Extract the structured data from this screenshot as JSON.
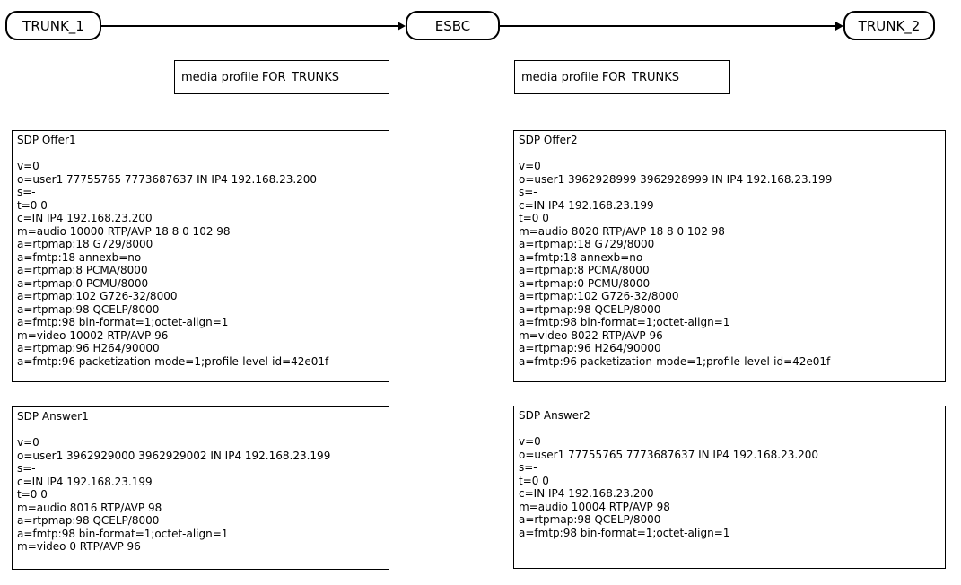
{
  "colors": {
    "line": "#000000",
    "background": "#ffffff",
    "text": "#000000"
  },
  "diagram": {
    "nodes": [
      {
        "id": "trunk1",
        "label": "TRUNK_1"
      },
      {
        "id": "esbc",
        "label": "ESBC"
      },
      {
        "id": "trunk2",
        "label": "TRUNK_2"
      }
    ],
    "media_profiles": [
      {
        "label": "media profile FOR_TRUNKS"
      },
      {
        "label": "media profile FOR_TRUNKS"
      }
    ]
  },
  "sdp_boxes": {
    "offer1": {
      "title": "SDP Offer1",
      "lines": [
        "v=0",
        "o=user1 77755765 7773687637 IN IP4 192.168.23.200",
        "s=-",
        "t=0 0",
        "c=IN IP4 192.168.23.200",
        "m=audio 10000 RTP/AVP 18 8 0 102 98",
        "a=rtpmap:18 G729/8000",
        "a=fmtp:18 annexb=no",
        "a=rtpmap:8 PCMA/8000",
        "a=rtpmap:0 PCMU/8000",
        "a=rtpmap:102 G726-32/8000",
        "a=rtpmap:98 QCELP/8000",
        "a=fmtp:98 bin-format=1;octet-align=1",
        "m=video 10002 RTP/AVP 96",
        "a=rtpmap:96 H264/90000",
        "a=fmtp:96 packetization-mode=1;profile-level-id=42e01f"
      ]
    },
    "offer2": {
      "title": "SDP Offer2",
      "lines": [
        "v=0",
        "o=user1 3962928999 3962928999 IN IP4 192.168.23.199",
        "s=-",
        "c=IN IP4 192.168.23.199",
        "t=0 0",
        "m=audio 8020 RTP/AVP 18 8 0 102 98",
        "a=rtpmap:18 G729/8000",
        "a=fmtp:18 annexb=no",
        "a=rtpmap:8 PCMA/8000",
        "a=rtpmap:0 PCMU/8000",
        "a=rtpmap:102 G726-32/8000",
        "a=rtpmap:98 QCELP/8000",
        "a=fmtp:98 bin-format=1;octet-align=1",
        "m=video 8022 RTP/AVP 96",
        "a=rtpmap:96 H264/90000",
        "a=fmtp:96 packetization-mode=1;profile-level-id=42e01f"
      ]
    },
    "answer1": {
      "title": "SDP Answer1",
      "lines": [
        "v=0",
        "o=user1 3962929000 3962929002 IN IP4 192.168.23.199",
        "s=-",
        "c=IN IP4 192.168.23.199",
        "t=0 0",
        "m=audio 8016 RTP/AVP 98",
        "a=rtpmap:98 QCELP/8000",
        "a=fmtp:98 bin-format=1;octet-align=1",
        "m=video 0 RTP/AVP 96"
      ]
    },
    "answer2": {
      "title": "SDP Answer2",
      "lines": [
        "v=0",
        "o=user1 77755765 7773687637 IN IP4 192.168.23.200",
        "s=-",
        "t=0 0",
        "c=IN IP4 192.168.23.200",
        "m=audio 10004 RTP/AVP 98",
        "a=rtpmap:98 QCELP/8000",
        "a=fmtp:98 bin-format=1;octet-align=1"
      ]
    }
  }
}
